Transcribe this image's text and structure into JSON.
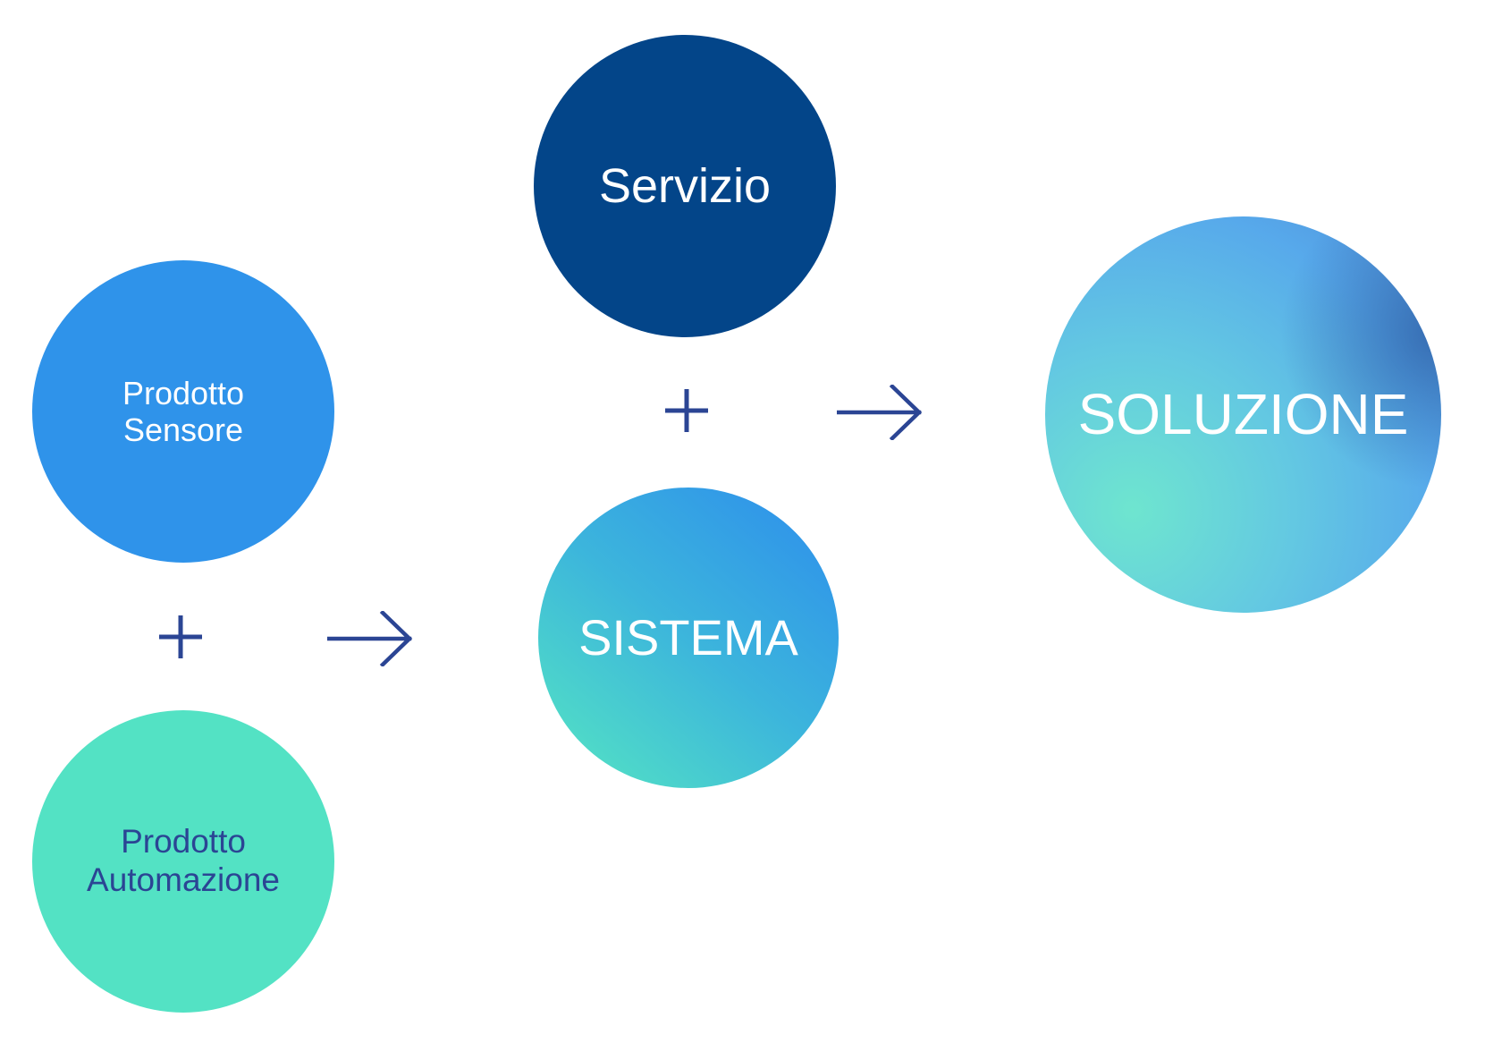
{
  "nodes": {
    "sensor_product": {
      "line1": "Prodotto",
      "line2": "Sensore"
    },
    "automation_product": {
      "line1": "Prodotto",
      "line2": "Automazione"
    },
    "service": {
      "label": "Servizio"
    },
    "system": {
      "label": "SISTEMA"
    },
    "solution": {
      "label": "SOLUZIONE"
    }
  },
  "colors": {
    "operator": "#2b4594",
    "sensor_fill": "#2f93ea",
    "automation_fill": "#53e2c4",
    "service_fill": "#034589",
    "node_text_light": "#ffffff",
    "node_text_dark": "#2b4594"
  }
}
